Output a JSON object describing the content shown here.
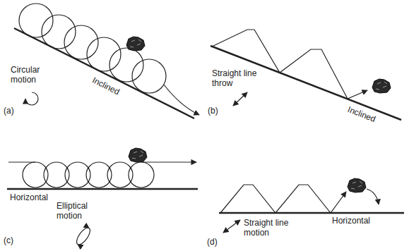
{
  "diagram": {
    "labels": [
      "Circular motion",
      "Inclined",
      "(a)",
      "Straight line throw",
      "Inclined",
      "(b)",
      "Horizontal",
      "Elliptical motion",
      "(c)",
      "Straight line motion",
      "Horizontal",
      "(d)"
    ]
  }
}
